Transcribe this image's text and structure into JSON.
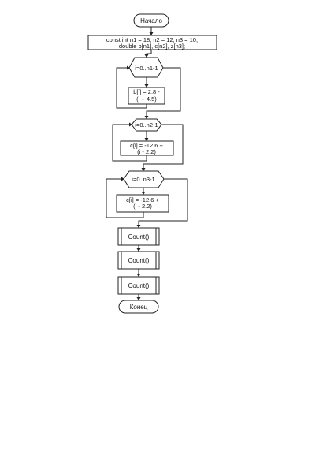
{
  "flowchart": {
    "start": "Начало",
    "init": {
      "line1": "const int n1 = 18, n2 = 12, n3 = 10;",
      "line2": "double b[n1], c[n2], z[n3];"
    },
    "loop1": {
      "header": "i=0..n1-1",
      "body_line1": "b[i] = 2.8 -",
      "body_line2": "(i + 4.5)"
    },
    "loop2": {
      "header": "i=0..n2-1",
      "body_line1": "c[i] = -12.6 +",
      "body_line2": "(i - 2.2)"
    },
    "loop3": {
      "header": "i=0..n3-1",
      "body_line1": "c[i] = -12.6 +",
      "body_line2": "(i - 2.2)"
    },
    "call1": "Count()",
    "call2": "Count()",
    "call3": "Count()",
    "end": "Конец"
  }
}
